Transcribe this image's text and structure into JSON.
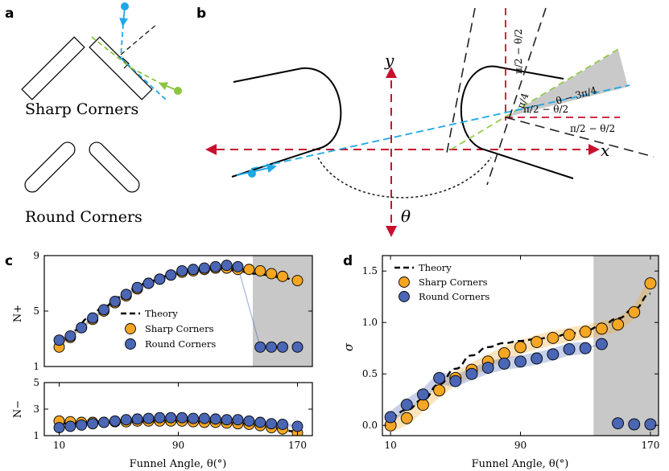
{
  "panel_labels": {
    "a": "a",
    "b": "b",
    "c": "c",
    "d": "d"
  },
  "panel_a": {
    "sharp_label": "Sharp Corners",
    "round_label": "Round Corners"
  },
  "panel_b": {
    "y_label": "y",
    "x_label": "x",
    "theta_label": "θ",
    "angle_labels": [
      "π/2 − θ/2",
      "π/4",
      "θ − 3π/4",
      "π/2 − θ/2",
      "π/2 − θ/2"
    ]
  },
  "colors": {
    "sharp": "#f5a623",
    "round": "#4a66b5",
    "theory": "#000000",
    "shade": "#c8c8c8",
    "cyan": "#1ea8e6",
    "green": "#8cc63f",
    "red": "#c8102e"
  },
  "chart_data": [
    {
      "id": "c-top",
      "type": "scatter",
      "ylabel": "N+",
      "xlim": [
        0,
        180
      ],
      "ylim": [
        1,
        9
      ],
      "yticks": [
        1,
        5,
        9
      ],
      "xticks": [],
      "shade_from": 140,
      "legend": [
        "Theory",
        "Sharp Corners",
        "Round Corners"
      ],
      "theory": {
        "x": [
          10,
          20,
          30,
          40,
          50,
          60,
          70,
          80,
          90,
          100,
          110,
          120,
          130,
          140,
          150,
          160,
          170
        ],
        "y": [
          2.7,
          3.6,
          4.5,
          5.3,
          6.0,
          6.6,
          7.1,
          7.5,
          7.8,
          7.95,
          8.0,
          8.0,
          7.9,
          7.7,
          7.6,
          7.4,
          7.2
        ]
      },
      "series": [
        {
          "name": "Sharp Corners",
          "x": [
            10,
            17.5,
            25,
            32.5,
            40,
            47.5,
            55,
            62.5,
            70,
            77.5,
            85,
            92.5,
            100,
            107.5,
            115,
            122.5,
            130,
            137.5,
            145,
            152.5,
            160,
            170
          ],
          "y": [
            2.4,
            3.1,
            3.8,
            4.4,
            5.0,
            5.6,
            6.1,
            6.6,
            7.0,
            7.3,
            7.6,
            7.8,
            7.9,
            8.0,
            8.1,
            8.1,
            8.0,
            8.0,
            7.9,
            7.7,
            7.5,
            7.2
          ]
        },
        {
          "name": "Round Corners",
          "x": [
            10,
            17.5,
            25,
            32.5,
            40,
            47.5,
            55,
            62.5,
            70,
            77.5,
            85,
            92.5,
            100,
            107.5,
            115,
            122.5,
            130,
            145,
            152.5,
            160,
            170
          ],
          "y": [
            2.9,
            3.2,
            3.8,
            4.5,
            5.1,
            5.7,
            6.2,
            6.7,
            7.0,
            7.3,
            7.6,
            7.9,
            8.0,
            8.1,
            8.2,
            8.3,
            8.2,
            2.4,
            2.4,
            2.4,
            2.4
          ]
        }
      ]
    },
    {
      "id": "c-bottom",
      "type": "scatter",
      "ylabel": "N−",
      "xlabel": "Funnel Angle, θ(°)",
      "xlim": [
        0,
        180
      ],
      "ylim": [
        1,
        5
      ],
      "yticks": [
        1,
        3,
        5
      ],
      "xticks": [
        10,
        90,
        170
      ],
      "theory": {
        "x": [
          10,
          30,
          50,
          70,
          90,
          110,
          130,
          150,
          170
        ],
        "y": [
          1.9,
          1.95,
          2.0,
          2.05,
          2.05,
          2.0,
          1.9,
          1.7,
          1.3
        ]
      },
      "series": [
        {
          "name": "Sharp Corners",
          "x": [
            10,
            17.5,
            25,
            32.5,
            40,
            47.5,
            55,
            62.5,
            70,
            77.5,
            85,
            92.5,
            100,
            107.5,
            115,
            122.5,
            130,
            137.5,
            145,
            152.5,
            160,
            170
          ],
          "y": [
            2.1,
            2.05,
            2.0,
            2.0,
            2.0,
            2.05,
            2.05,
            2.1,
            2.1,
            2.1,
            2.1,
            2.1,
            2.05,
            2.0,
            2.0,
            1.95,
            1.9,
            1.85,
            1.75,
            1.6,
            1.5,
            1.2
          ]
        },
        {
          "name": "Round Corners",
          "x": [
            10,
            17.5,
            25,
            32.5,
            40,
            47.5,
            55,
            62.5,
            70,
            77.5,
            85,
            92.5,
            100,
            107.5,
            115,
            122.5,
            130,
            137.5,
            145,
            152.5,
            160,
            170
          ],
          "y": [
            1.6,
            1.7,
            1.8,
            1.9,
            2.0,
            2.1,
            2.2,
            2.25,
            2.3,
            2.35,
            2.35,
            2.35,
            2.3,
            2.3,
            2.25,
            2.2,
            2.2,
            2.1,
            2.0,
            1.9,
            1.85,
            1.7
          ]
        }
      ]
    },
    {
      "id": "d",
      "type": "scatter",
      "ylabel": "σ",
      "xlabel": "Funnel Angle, θ(°)",
      "xlim": [
        5,
        175
      ],
      "ylim": [
        -0.1,
        1.65
      ],
      "yticks": [
        0.0,
        0.5,
        1.0,
        1.5
      ],
      "xticks": [
        10,
        90,
        170
      ],
      "shade_from": 135,
      "legend": [
        "Theory",
        "Sharp Corners",
        "Round Corners"
      ],
      "theory": {
        "x": [
          10,
          20,
          30,
          40,
          50,
          60,
          70,
          80,
          90,
          100,
          110,
          120,
          130,
          140,
          150,
          160,
          170
        ],
        "y": [
          0.08,
          0.15,
          0.25,
          0.4,
          0.55,
          0.68,
          0.76,
          0.8,
          0.82,
          0.84,
          0.86,
          0.89,
          0.92,
          0.97,
          1.04,
          1.13,
          1.28
        ]
      },
      "series": [
        {
          "name": "Sharp Corners",
          "x": [
            10,
            20,
            30,
            40,
            50,
            60,
            70,
            80,
            90,
            100,
            110,
            120,
            130,
            140,
            150,
            160,
            170
          ],
          "y": [
            0.0,
            0.07,
            0.2,
            0.34,
            0.46,
            0.54,
            0.62,
            0.7,
            0.76,
            0.81,
            0.85,
            0.88,
            0.91,
            0.94,
            0.98,
            1.1,
            1.38
          ]
        },
        {
          "name": "Round Corners",
          "x": [
            10,
            20,
            30,
            40,
            50,
            60,
            70,
            80,
            90,
            100,
            110,
            120,
            130,
            140,
            150,
            160,
            170
          ],
          "y": [
            0.08,
            0.2,
            0.3,
            0.46,
            0.43,
            0.5,
            0.56,
            0.6,
            0.62,
            0.65,
            0.69,
            0.74,
            0.75,
            0.79,
            0.02,
            0.01,
            0.01
          ]
        }
      ]
    }
  ]
}
